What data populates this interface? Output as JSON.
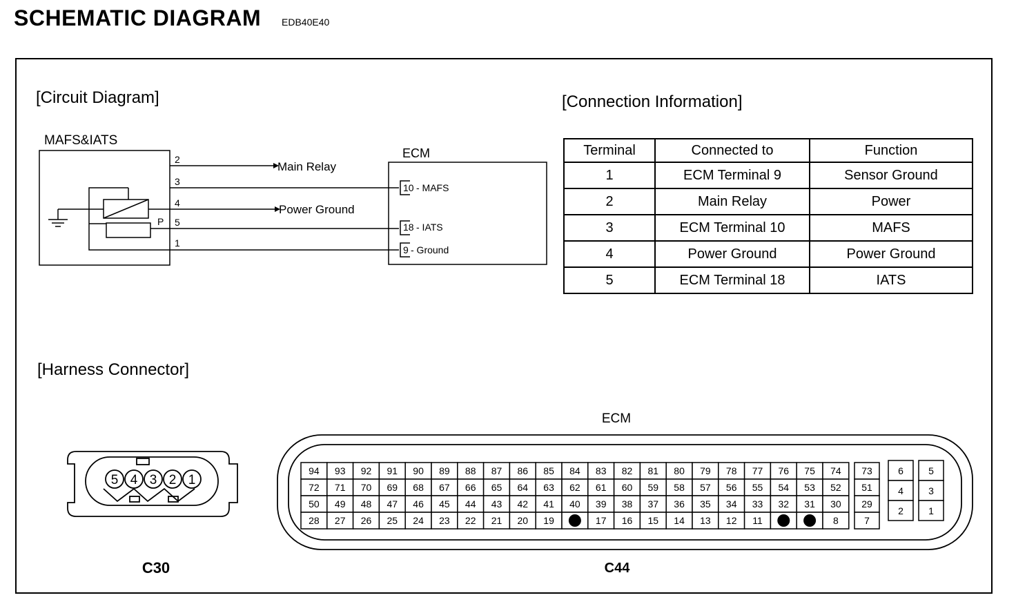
{
  "header": {
    "title": "SCHEMATIC DIAGRAM",
    "code": "EDB40E40"
  },
  "sections": {
    "circuit": "[Circuit Diagram]",
    "connection": "[Connection Information]",
    "harness": "[Harness Connector]"
  },
  "circuit": {
    "sensor_label": "MAFS&IATS",
    "ecm_label": "ECM",
    "p_label": "P",
    "pins": [
      "2",
      "3",
      "4",
      "5",
      "1"
    ],
    "main_relay": "Main Relay",
    "power_ground": "Power Ground",
    "ecm_pins": [
      {
        "num": "10",
        "name": "- MAFS"
      },
      {
        "num": "18",
        "name": "- IATS"
      },
      {
        "num": "9",
        "name": "- Ground"
      }
    ]
  },
  "connection_table": {
    "headers": [
      "Terminal",
      "Connected to",
      "Function"
    ],
    "rows": [
      [
        "1",
        "ECM Terminal 9",
        "Sensor Ground"
      ],
      [
        "2",
        "Main Relay",
        "Power"
      ],
      [
        "3",
        "ECM Terminal 10",
        "MAFS"
      ],
      [
        "4",
        "Power Ground",
        "Power Ground"
      ],
      [
        "5",
        "ECM Terminal 18",
        "IATS"
      ]
    ]
  },
  "harness": {
    "c30_label": "C30",
    "c30_pins": [
      "5",
      "4",
      "3",
      "2",
      "1"
    ],
    "ecm_label": "ECM",
    "c44_label": "C44",
    "main_grid": [
      [
        "94",
        "93",
        "92",
        "91",
        "90",
        "89",
        "88",
        "87",
        "86",
        "85",
        "84",
        "83",
        "82",
        "81",
        "80",
        "79",
        "78",
        "77",
        "76",
        "75",
        "74"
      ],
      [
        "72",
        "71",
        "70",
        "69",
        "68",
        "67",
        "66",
        "65",
        "64",
        "63",
        "62",
        "61",
        "60",
        "59",
        "58",
        "57",
        "56",
        "55",
        "54",
        "53",
        "52"
      ],
      [
        "50",
        "49",
        "48",
        "47",
        "46",
        "45",
        "44",
        "43",
        "42",
        "41",
        "40",
        "39",
        "38",
        "37",
        "36",
        "35",
        "34",
        "33",
        "32",
        "31",
        "30"
      ],
      [
        "28",
        "27",
        "26",
        "25",
        "24",
        "23",
        "22",
        "21",
        "20",
        "19",
        "",
        "17",
        "16",
        "15",
        "14",
        "13",
        "12",
        "11",
        "",
        "",
        "8"
      ]
    ],
    "right_column": [
      "73",
      "51",
      "29",
      "7"
    ],
    "block_left": [
      "6",
      "4",
      "2"
    ],
    "block_right": [
      "5",
      "3",
      "1"
    ]
  }
}
